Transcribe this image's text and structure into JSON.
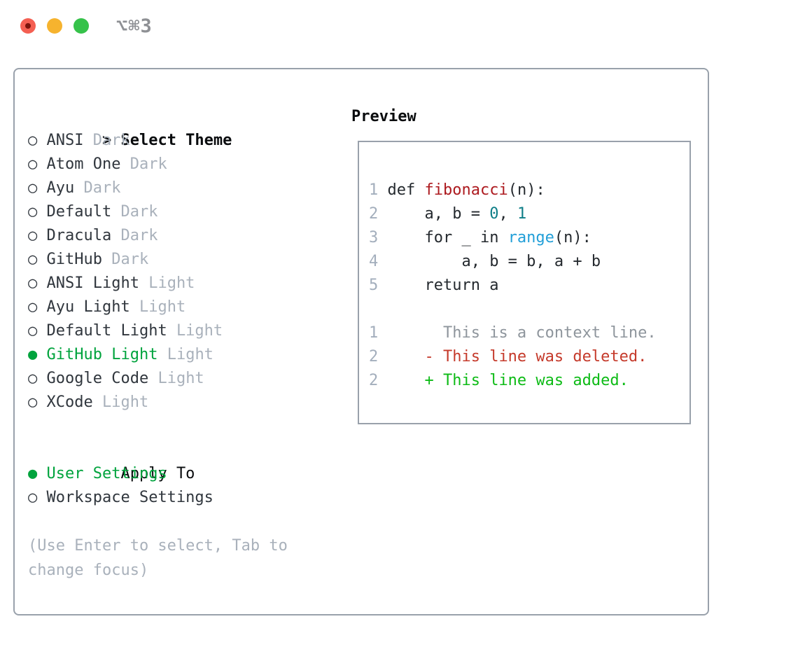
{
  "window": {
    "title": "⌥⌘3",
    "traffic_lights": [
      {
        "name": "close-button",
        "color_key": "tl-red"
      },
      {
        "name": "minimize-button",
        "color_key": "tl-yellow"
      },
      {
        "name": "zoom-button",
        "color_key": "tl-green"
      }
    ]
  },
  "theme_picker": {
    "cursor_glyph": ">",
    "header": "Select Theme",
    "radio_unselected_glyph": "○",
    "radio_selected_glyph": "●",
    "items": [
      {
        "name": "ANSI",
        "tag": "Dark",
        "selected": false
      },
      {
        "name": "Atom One",
        "tag": "Dark",
        "selected": false
      },
      {
        "name": "Ayu",
        "tag": "Dark",
        "selected": false
      },
      {
        "name": "Default",
        "tag": "Dark",
        "selected": false
      },
      {
        "name": "Dracula",
        "tag": "Dark",
        "selected": false
      },
      {
        "name": "GitHub",
        "tag": "Dark",
        "selected": false
      },
      {
        "name": "ANSI Light",
        "tag": "Light",
        "selected": false
      },
      {
        "name": "Ayu Light",
        "tag": "Light",
        "selected": false
      },
      {
        "name": "Default Light",
        "tag": "Light",
        "selected": false
      },
      {
        "name": "GitHub Light",
        "tag": "Light",
        "selected": true
      },
      {
        "name": "Google Code",
        "tag": "Light",
        "selected": false
      },
      {
        "name": "XCode",
        "tag": "Light",
        "selected": false
      }
    ]
  },
  "apply_to": {
    "header": "Apply To",
    "items": [
      {
        "name": "User Settings",
        "selected": true
      },
      {
        "name": "Workspace Settings",
        "selected": false
      }
    ]
  },
  "footer_hint": "(Use Enter to select, Tab to change focus)",
  "preview": {
    "header": "Preview",
    "code_lines": [
      {
        "num": "1",
        "tokens": [
          {
            "t": "def ",
            "c": "text"
          },
          {
            "t": "fibonacci",
            "c": "func"
          },
          {
            "t": "(n):",
            "c": "text"
          }
        ]
      },
      {
        "num": "2",
        "tokens": [
          {
            "t": "    a, b = ",
            "c": "text"
          },
          {
            "t": "0",
            "c": "num"
          },
          {
            "t": ", ",
            "c": "text"
          },
          {
            "t": "1",
            "c": "num"
          }
        ]
      },
      {
        "num": "3",
        "tokens": [
          {
            "t": "    for _ in ",
            "c": "text"
          },
          {
            "t": "range",
            "c": "builtin"
          },
          {
            "t": "(n):",
            "c": "text"
          }
        ]
      },
      {
        "num": "4",
        "tokens": [
          {
            "t": "        a, b = b, a + b",
            "c": "text"
          }
        ]
      },
      {
        "num": "5",
        "tokens": [
          {
            "t": "    return a",
            "c": "text"
          }
        ]
      },
      {
        "num": "",
        "tokens": []
      },
      {
        "num": "1",
        "tokens": [
          {
            "t": "      This is a context line.",
            "c": "context"
          }
        ]
      },
      {
        "num": "2",
        "tokens": [
          {
            "t": "    - This line was deleted.",
            "c": "deleted"
          }
        ]
      },
      {
        "num": "2",
        "tokens": [
          {
            "t": "    + This line was added.",
            "c": "added"
          }
        ]
      }
    ]
  },
  "colors": {
    "border": "#99a1ab",
    "heading": "#0a0c0e",
    "item-text": "#30363d",
    "muted": "#a9b1bb",
    "linenum": "#a3aebc",
    "ctx-gray": "#8e959c",
    "accent-green": "#00a33d",
    "diff-green": "#0dbb16",
    "diff-red": "#c53a2b",
    "func-red": "#ad1a1f",
    "num-teal": "#0e7e87",
    "builtin-blue": "#229fd8",
    "code-text": "#24292e",
    "title-gray": "#8e9094",
    "tl-red": "#f45f52",
    "tl-red-dot": "#7c140c",
    "tl-yellow": "#f6b32e",
    "tl-green": "#36c24a"
  }
}
